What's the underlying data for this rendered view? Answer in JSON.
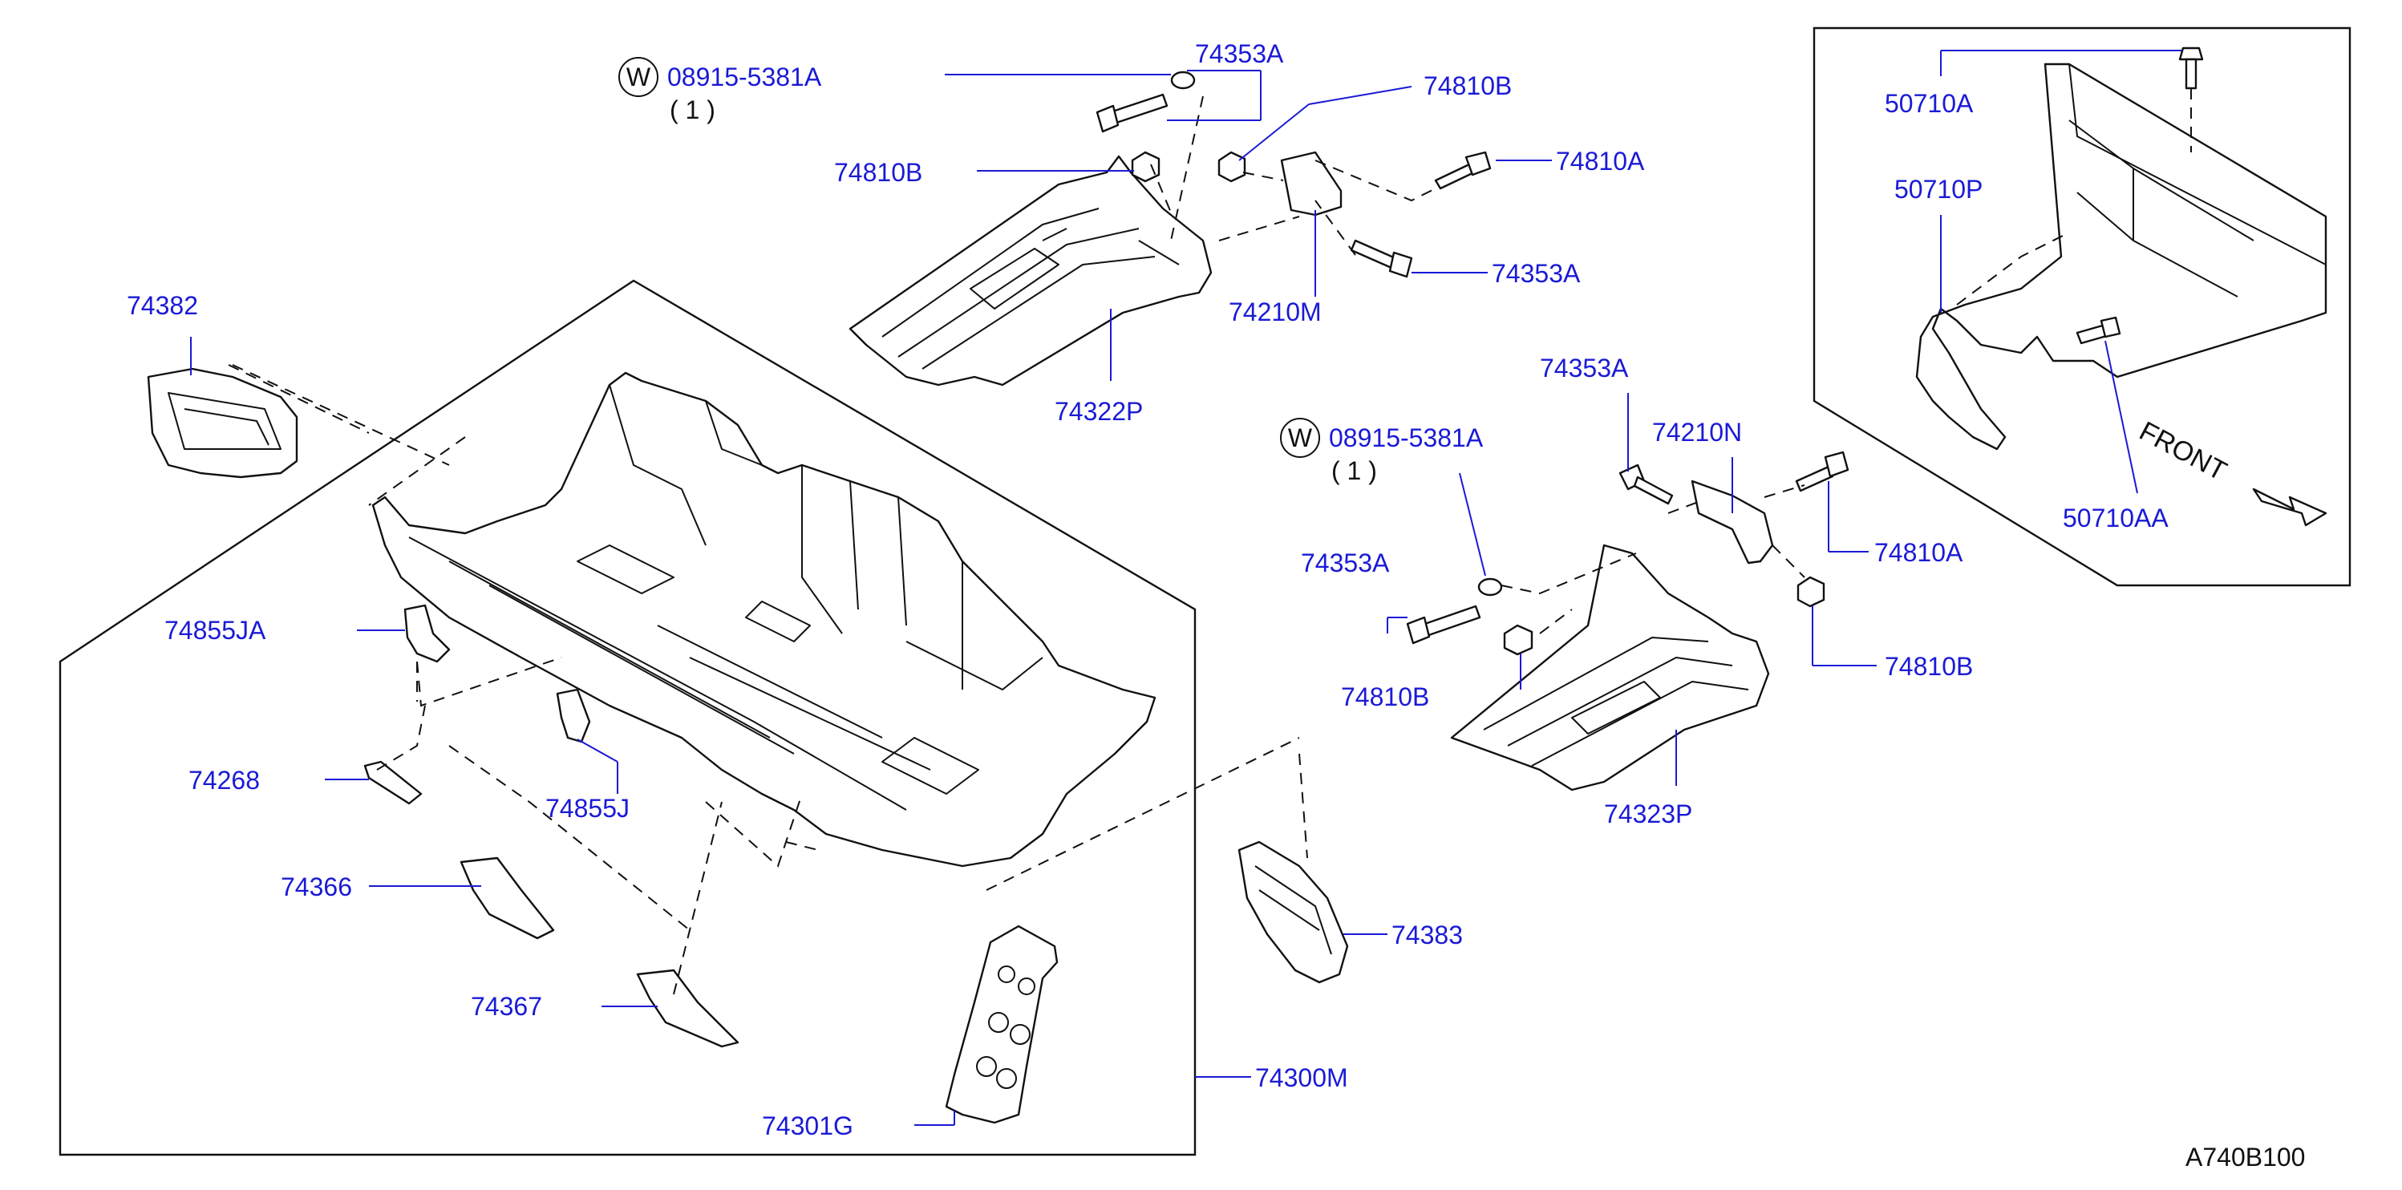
{
  "sheet_id": "A740B100",
  "front_label": "FRONT",
  "washer_symbol": "W",
  "washer_callouts": [
    {
      "part": "08915-5381A",
      "qty": "( 1 )"
    },
    {
      "part": "08915-5381A",
      "qty": "( 1 )"
    }
  ],
  "labels": {
    "p74353A_1": "74353A",
    "p74810B_1": "74810B",
    "p74810B_2": "74810B",
    "p74810A_1": "74810A",
    "p74353A_2": "74353A",
    "p74210M": "74210M",
    "p74322P": "74322P",
    "p74382": "74382",
    "p74855JA": "74855JA",
    "p74268": "74268",
    "p74855J": "74855J",
    "p74366": "74366",
    "p74367": "74367",
    "p74301G": "74301G",
    "p74300M": "74300M",
    "p74383": "74383",
    "p74353A_3": "74353A",
    "p74210N": "74210N",
    "p74810A_2": "74810A",
    "p74353A_4": "74353A",
    "p74810B_3": "74810B",
    "p74810B_4": "74810B",
    "p74323P": "74323P",
    "p50710A": "50710A",
    "p50710P": "50710P",
    "p50710AA": "50710AA"
  }
}
